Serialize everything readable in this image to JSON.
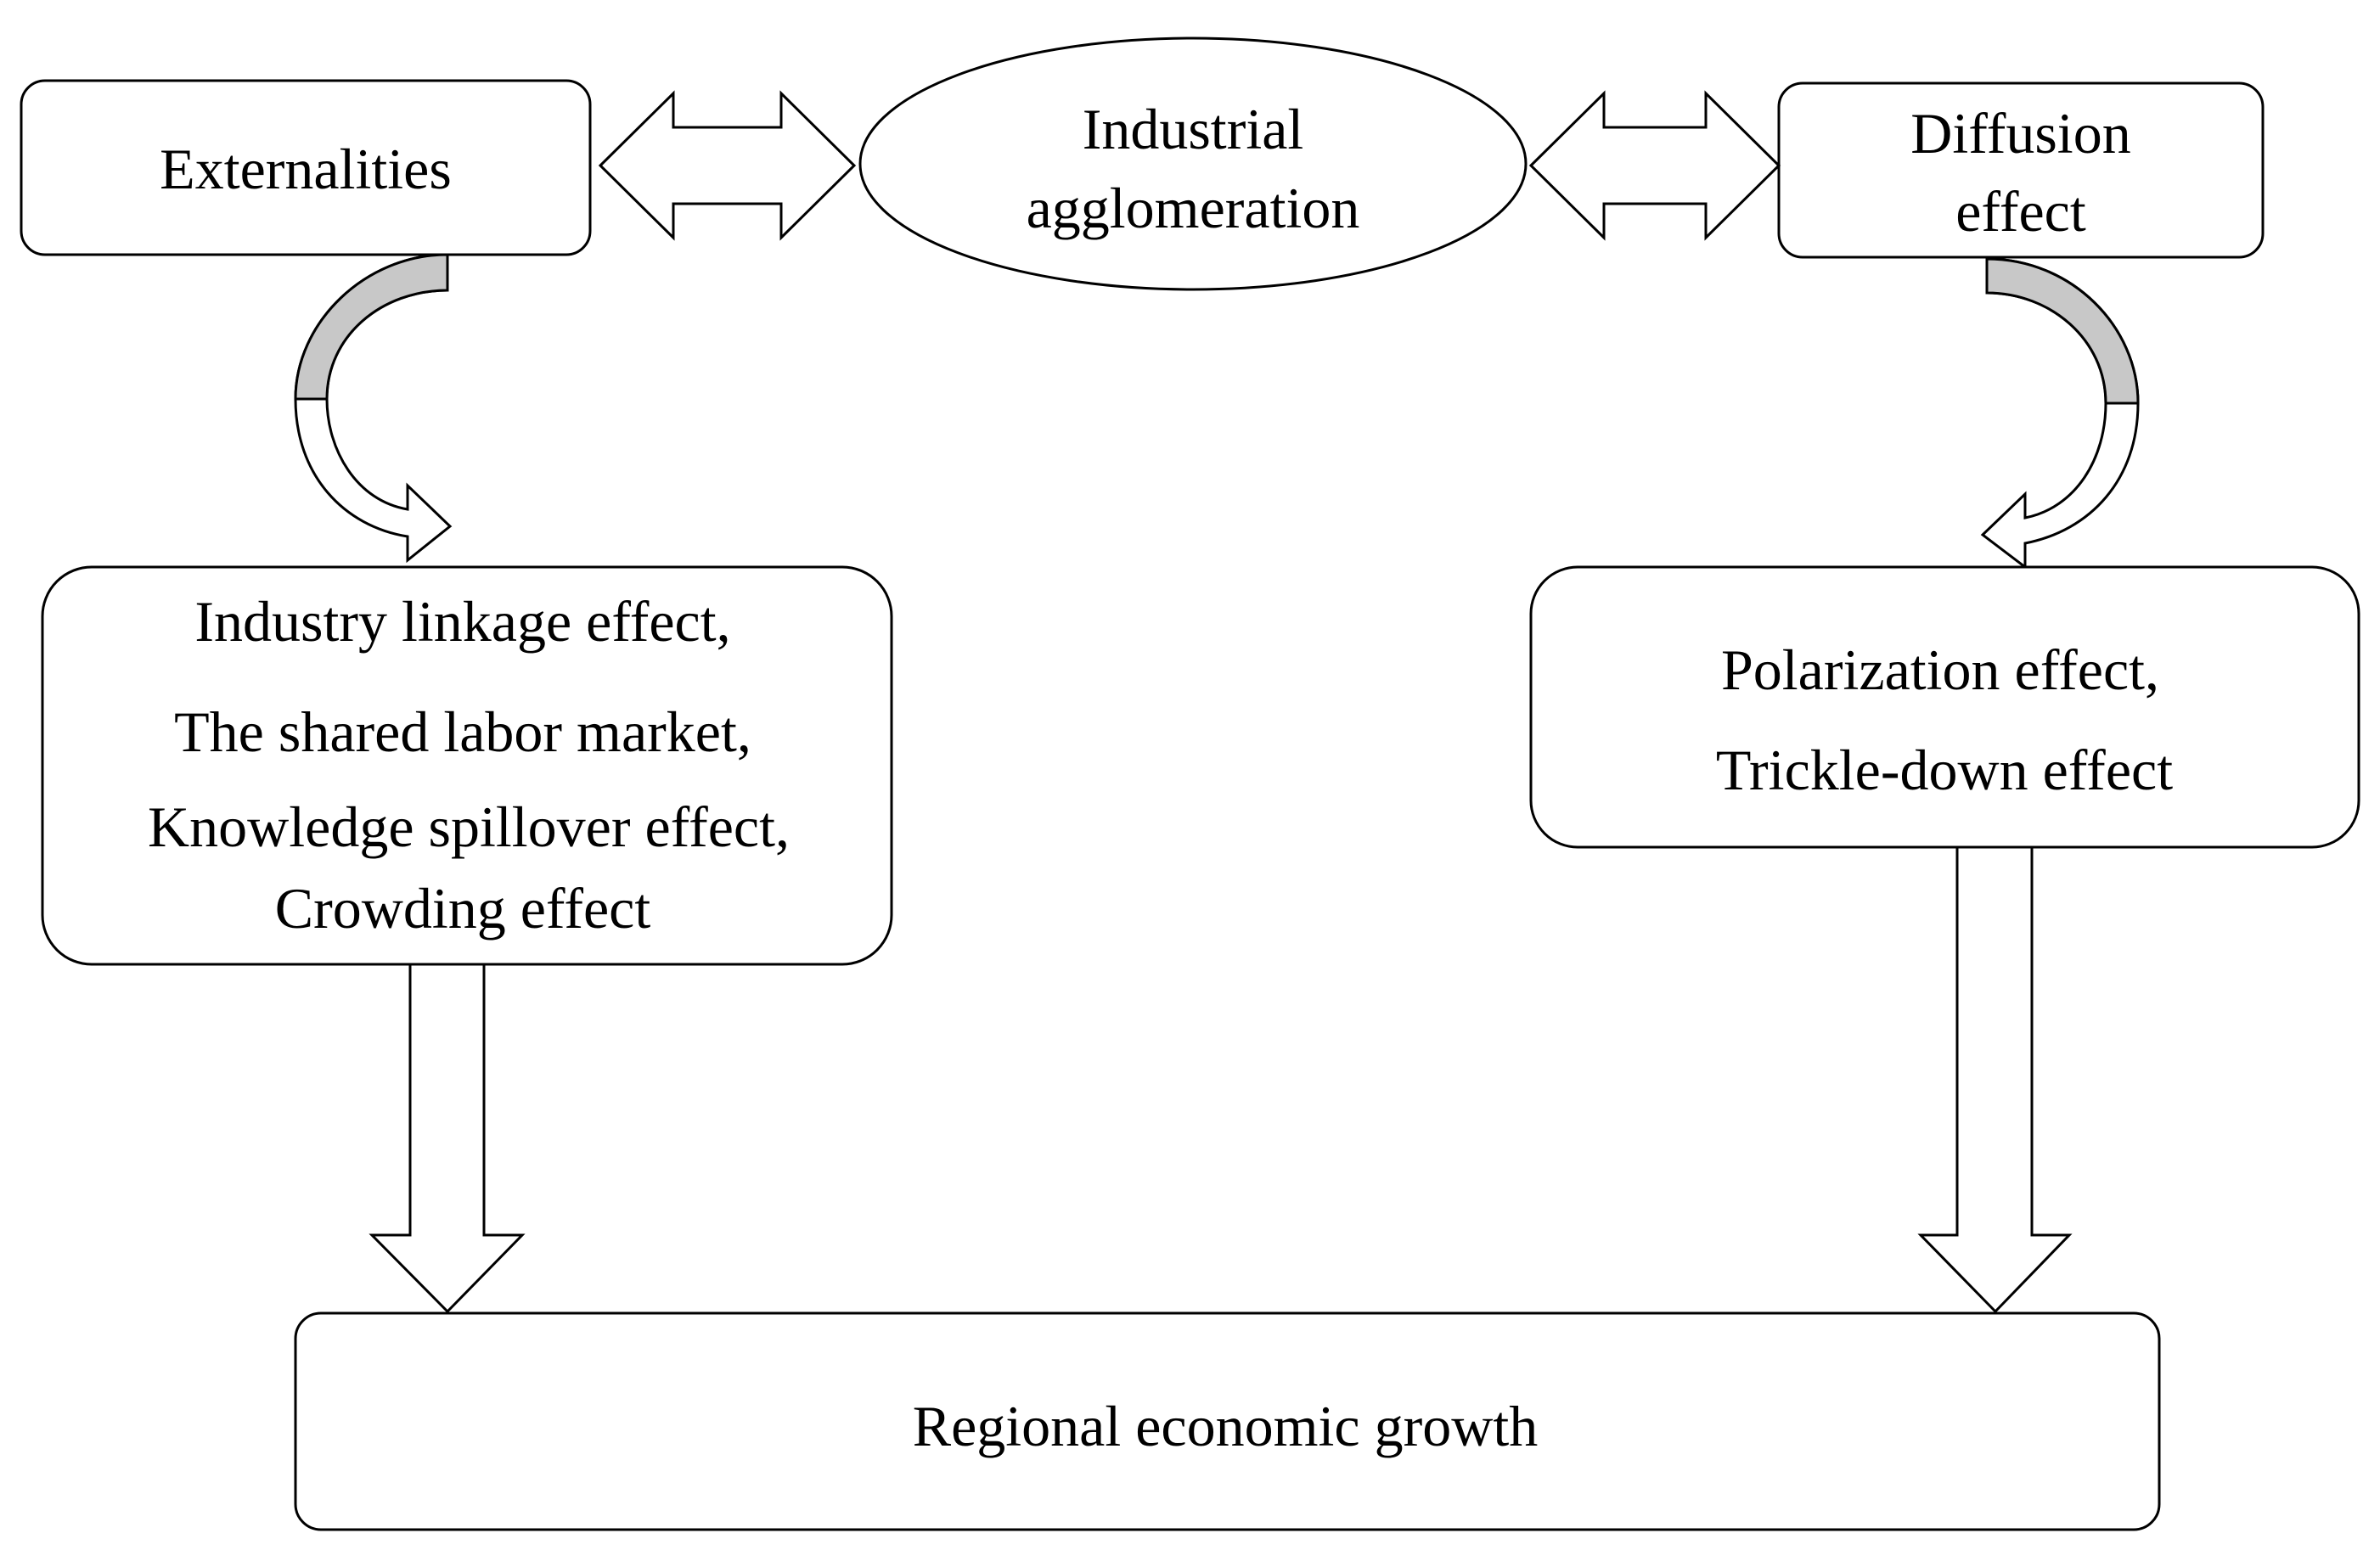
{
  "nodes": {
    "externalities": {
      "lines": [
        "Externalities"
      ]
    },
    "industrial_agglomeration": {
      "lines": [
        "Industrial",
        "agglomeration"
      ]
    },
    "diffusion_effect": {
      "lines": [
        "Diffusion",
        "effect"
      ]
    },
    "externality_effects": {
      "lines": [
        "Industry linkage effect,",
        "The shared labor market,",
        "Knowledge spillover effect,",
        "Crowding effect"
      ]
    },
    "diffusion_effects": {
      "lines": [
        "Polarization effect,",
        "Trickle-down effect"
      ]
    },
    "regional_growth": {
      "lines": [
        "Regional economic growth"
      ]
    }
  },
  "colors": {
    "stroke": "#000000",
    "fill": "#ffffff",
    "curve_shade": "#c8c8c8"
  }
}
